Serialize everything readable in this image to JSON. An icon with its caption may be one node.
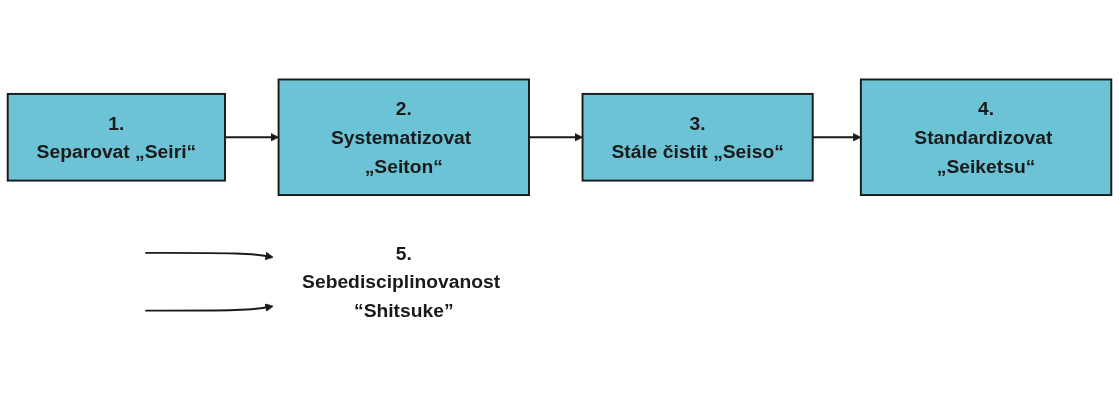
{
  "diagram": {
    "nodes": [
      {
        "text": [
          "1.",
          "Separovat „Seiri“"
        ]
      },
      {
        "text": [
          "2.",
          "Systematizovat „Seiton“"
        ]
      },
      {
        "text": [
          "3.",
          "Stále čistit „Seiso“"
        ]
      },
      {
        "text": [
          "4.",
          "Standardizovat „Seiketsu“"
        ]
      },
      {
        "text": [
          "5.",
          "Sebedisciplinovanost “Shitsuke”"
        ]
      }
    ],
    "edges": [
      {
        "from": 0,
        "to": 1,
        "arrow": "to"
      },
      {
        "from": 1,
        "to": 2,
        "arrow": "to"
      },
      {
        "from": 2,
        "to": 3,
        "arrow": "to"
      },
      {
        "from": null,
        "to": 4,
        "arrow": "to"
      },
      {
        "from": null,
        "to": 4,
        "arrow": "to"
      }
    ]
  }
}
